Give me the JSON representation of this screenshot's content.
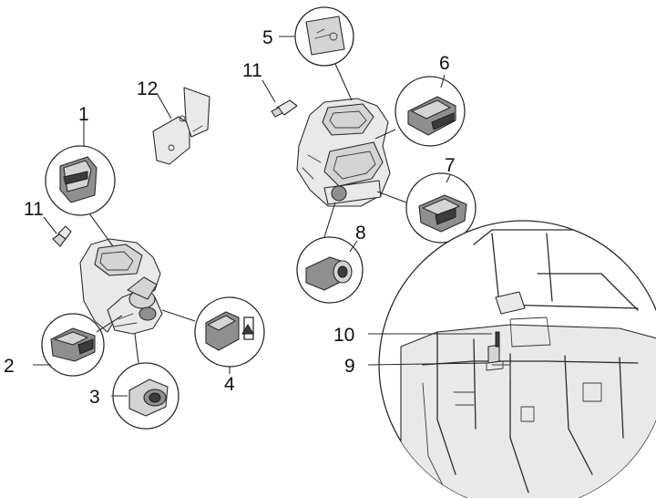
{
  "diagram": {
    "callouts": [
      "1",
      "2",
      "3",
      "4",
      "5",
      "6",
      "7",
      "8",
      "9",
      "10",
      "11",
      "11",
      "12"
    ]
  },
  "colors": {
    "ink": "#2a2a2a",
    "shade_light": "#e9e9e9",
    "shade_mid": "#d4d4d4",
    "shade_dark": "#8f8f8f"
  }
}
